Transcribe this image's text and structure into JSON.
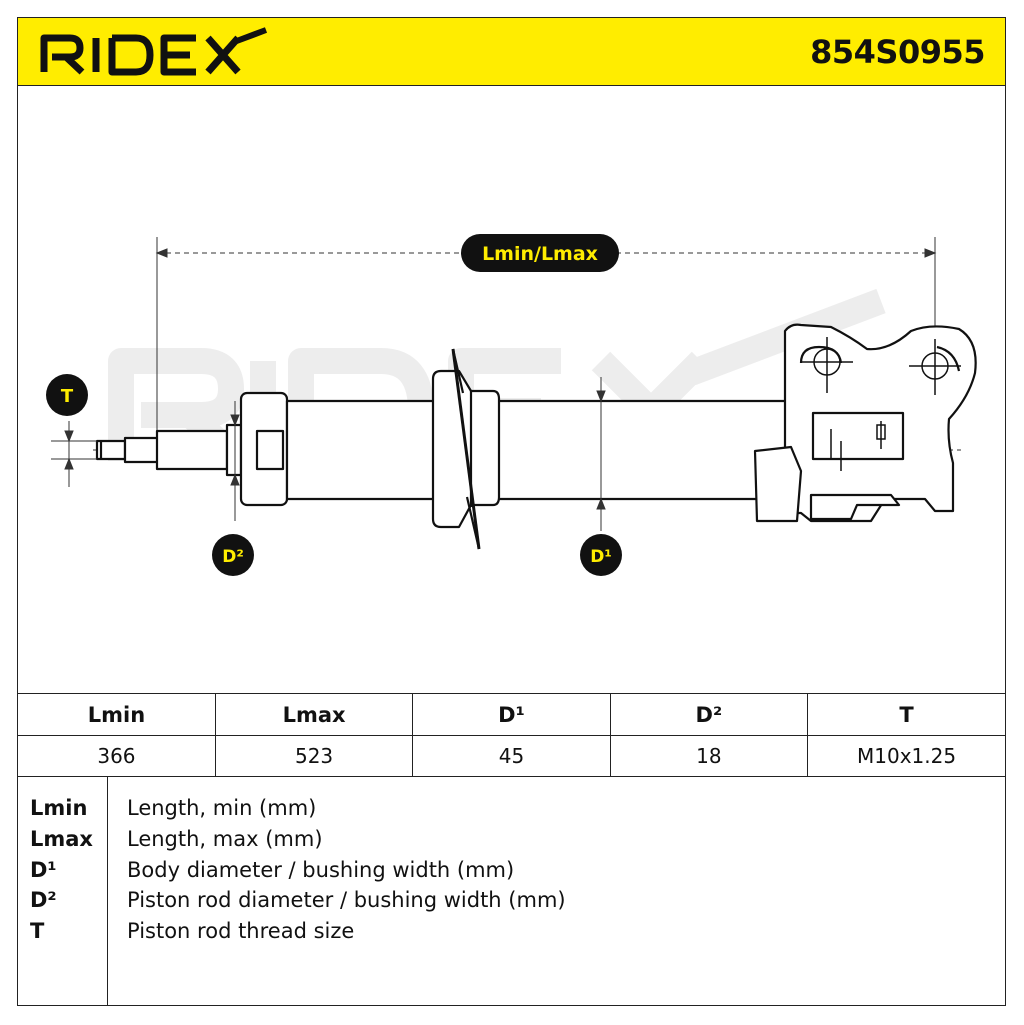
{
  "header": {
    "brand": "RIDEX",
    "part_number": "854S0955",
    "accent_color": "#ffed00"
  },
  "drawing": {
    "watermark": "RIDEX",
    "labels": {
      "length": "Lmin/Lmax",
      "thread": "T",
      "rod_diameter": "D²",
      "body_diameter": "D¹"
    }
  },
  "spec_table": {
    "headers": [
      "Lmin",
      "Lmax",
      "D¹",
      "D²",
      "T"
    ],
    "values": [
      "366",
      "523",
      "45",
      "18",
      "M10x1.25"
    ]
  },
  "legend": [
    {
      "key": "Lmin",
      "desc": "Length, min (mm)"
    },
    {
      "key": "Lmax",
      "desc": "Length, max (mm)"
    },
    {
      "key": "D¹",
      "desc": "Body diameter / bushing width (mm)"
    },
    {
      "key": "D²",
      "desc": "Piston rod diameter / bushing width (mm)"
    },
    {
      "key": "T",
      "desc": "Piston rod thread size"
    }
  ]
}
